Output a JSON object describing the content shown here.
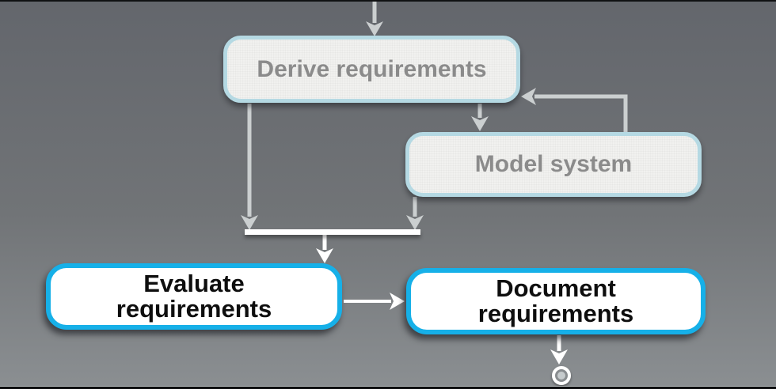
{
  "diagram": {
    "nodes": {
      "derive": {
        "label": "Derive requirements"
      },
      "model": {
        "label": "Model system"
      },
      "evaluate": {
        "line1": "Evaluate",
        "line2": "requirements"
      },
      "document": {
        "line1": "Document",
        "line2": "requirements"
      }
    },
    "colors": {
      "background_top": "#63666c",
      "background_bottom": "#8b8f92",
      "active_node_border": "#16b0e8",
      "inactive_node_border": "#b5d9e3",
      "inactive_node_fill": "#f1f1ef",
      "inactive_node_text": "#8b8b8b",
      "active_node_fill": "#ffffff",
      "active_node_text": "#0e0e0e",
      "connector_gray": "#cbcfd0",
      "connector_white": "#ffffff"
    }
  }
}
